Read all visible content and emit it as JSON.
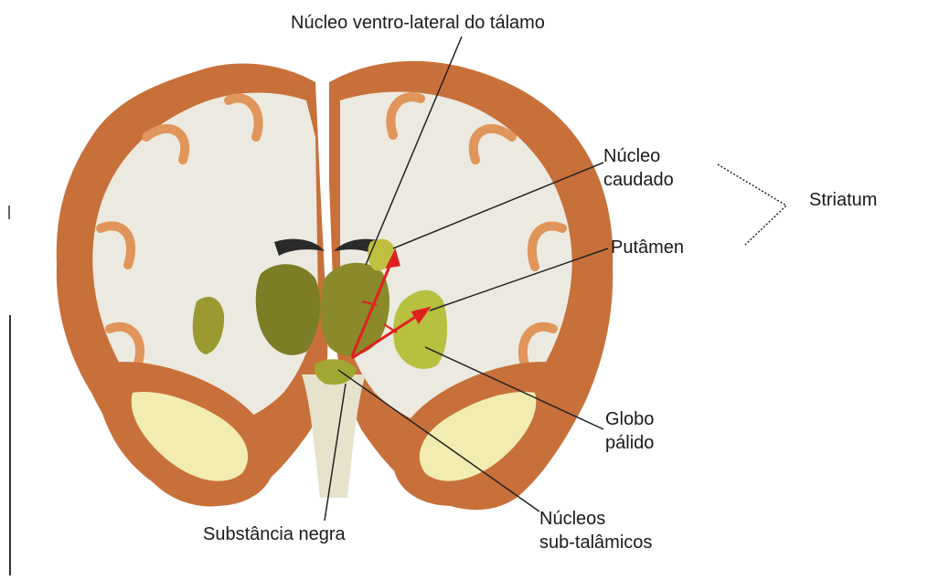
{
  "labels": {
    "thalamus_nucleus": "Núcleo ventro-lateral do tálamo",
    "caudate_line1": "Núcleo",
    "caudate_line2": "caudado",
    "putamen": "Putâmen",
    "striatum": "Striatum",
    "globus_line1": "Globo",
    "globus_line2": "pálido",
    "subthalamic_line1": "Núcleos",
    "subthalamic_line2": "sub-talâmicos",
    "substantia": "Substância negra"
  },
  "colors": {
    "cortex": "#c8703a",
    "cortex_light": "#e0955a",
    "white_matter": "#eceae0",
    "basal_ganglia": "#8a8a2a",
    "globus": "#b8c040",
    "pathway": "#e02020",
    "leader": "#222222",
    "label_text": "#1a1a1a"
  }
}
